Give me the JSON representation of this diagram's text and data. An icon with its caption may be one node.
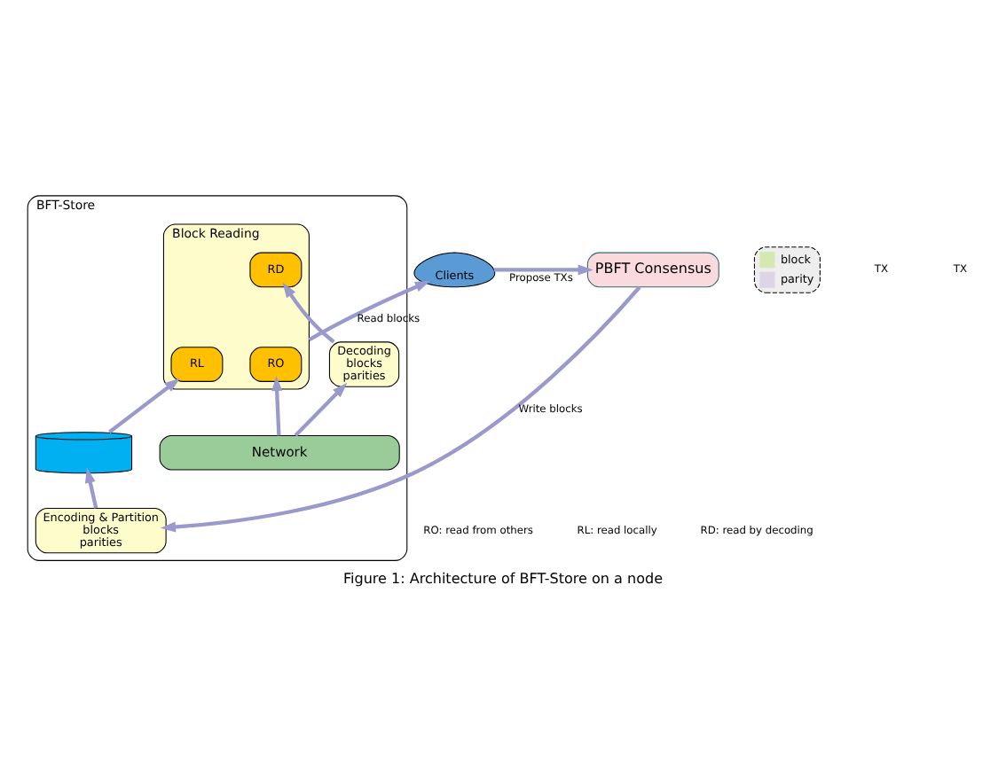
{
  "diagram": {
    "caption": "Figure 1: Architecture of BFT-Store on a node",
    "nodes": [
      {
        "text": [
          "Clients"
        ]
      },
      {
        "text": [
          "PBFT Consensus"
        ]
      },
      {
        "text": [
          "BFT-Store"
        ]
      },
      {
        "text": [
          "Block Reading"
        ],
        "in": 2
      },
      {
        "text": [
          "RD"
        ],
        "in": 3
      },
      {
        "text": [
          "RO"
        ],
        "in": 3
      },
      {
        "text": [
          "RL"
        ],
        "in": 3
      },
      {
        "text": [
          "Decoding",
          "blocks",
          "parities"
        ],
        "in": 2
      },
      {
        "text": [],
        "shape": "cylinder",
        "in": 2
      },
      {
        "text": [
          "Encoding & Partition",
          "blocks",
          "parities"
        ],
        "in": 2
      },
      {
        "text": [
          "Network"
        ],
        "in": 2
      }
    ],
    "edges": [
      {
        "from": 0,
        "to": 1,
        "arrow": "to",
        "label": "Propose TXs"
      },
      {
        "from": 3,
        "to": 0,
        "arrow": "to",
        "label": "Read blocks"
      },
      {
        "from": 1,
        "to": 9,
        "arrow": "to",
        "label": "Write blocks"
      },
      {
        "from": 9,
        "to": 8,
        "arrow": "to"
      },
      {
        "from": 8,
        "to": 6,
        "arrow": "to"
      },
      {
        "from": 7,
        "to": 4,
        "arrow": "to"
      },
      {
        "from": 10,
        "to": 7,
        "arrow": "to"
      },
      {
        "from": 10,
        "to": 5,
        "arrow": "to"
      }
    ],
    "labels": [
      "TX",
      "TX",
      "RL: read locally",
      "RO: read from others",
      "RD: read by decoding"
    ],
    "legend": [
      {
        "text": "block",
        "color": "#d5e8b0"
      },
      {
        "text": "parity",
        "color": "#ddd5e6"
      }
    ]
  }
}
